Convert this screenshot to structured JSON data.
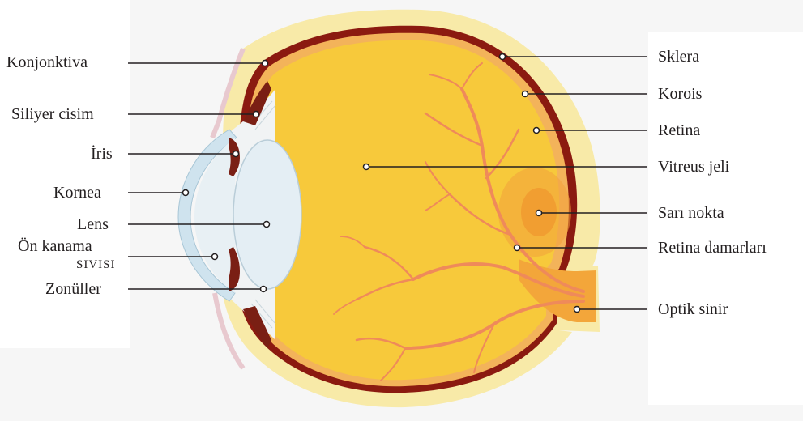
{
  "labels_left": {
    "konjonktiva": "Konjonktiva",
    "siliyer_cisim": "Siliyer cisim",
    "iris": "İris",
    "kornea": "Kornea",
    "lens": "Lens",
    "on_kanama_1": "Ön kanama",
    "on_kanama_2": "SIVISI",
    "zonuller": "Zonüller"
  },
  "labels_right": {
    "sklera": "Sklera",
    "korois": "Korois",
    "retina": "Retina",
    "vitreus_jeli": "Vitreus jeli",
    "sari_nokta": "Sarı nokta",
    "retina_damarlari": "Retina damarları",
    "optik_sinir": "Optik sinir"
  },
  "colors": {
    "sclera": "#f8eaa8",
    "choroid": "#8b1a10",
    "retina": "#f3b35a",
    "vitreous": "#f7c93b",
    "vessel": "#ef8a5a",
    "lens": "#e4eef4",
    "cornea": "#cfe3ee",
    "iris": "#7a1f14",
    "optic_nerve": "#f3a63a"
  }
}
